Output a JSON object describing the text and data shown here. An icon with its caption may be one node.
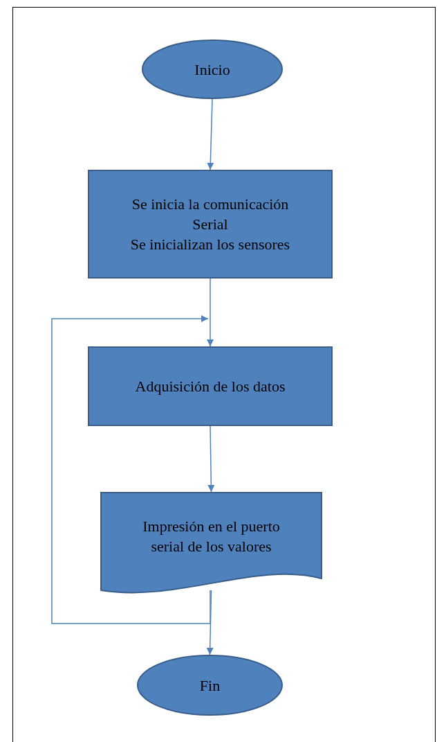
{
  "diagram": {
    "nodes": [
      {
        "text": [
          "Inicio"
        ]
      },
      {
        "text": [
          "Se inicia la comunicación Serial",
          "Se inicializan los sensores"
        ]
      },
      {
        "text": [
          "Adquisición de los datos"
        ]
      },
      {
        "text": [
          "Impresión en el puerto serial de los valores"
        ]
      },
      {
        "text": [
          "Fin"
        ]
      }
    ],
    "edges": [
      {
        "from": 0,
        "to": 1,
        "arrow": "to"
      },
      {
        "from": 1,
        "to": 2,
        "arrow": "to"
      },
      {
        "from": 2,
        "to": 3,
        "arrow": "to"
      },
      {
        "from": 3,
        "to": 4,
        "arrow": "to"
      },
      {
        "from": 3,
        "to": 2,
        "arrow": "to"
      }
    ]
  }
}
